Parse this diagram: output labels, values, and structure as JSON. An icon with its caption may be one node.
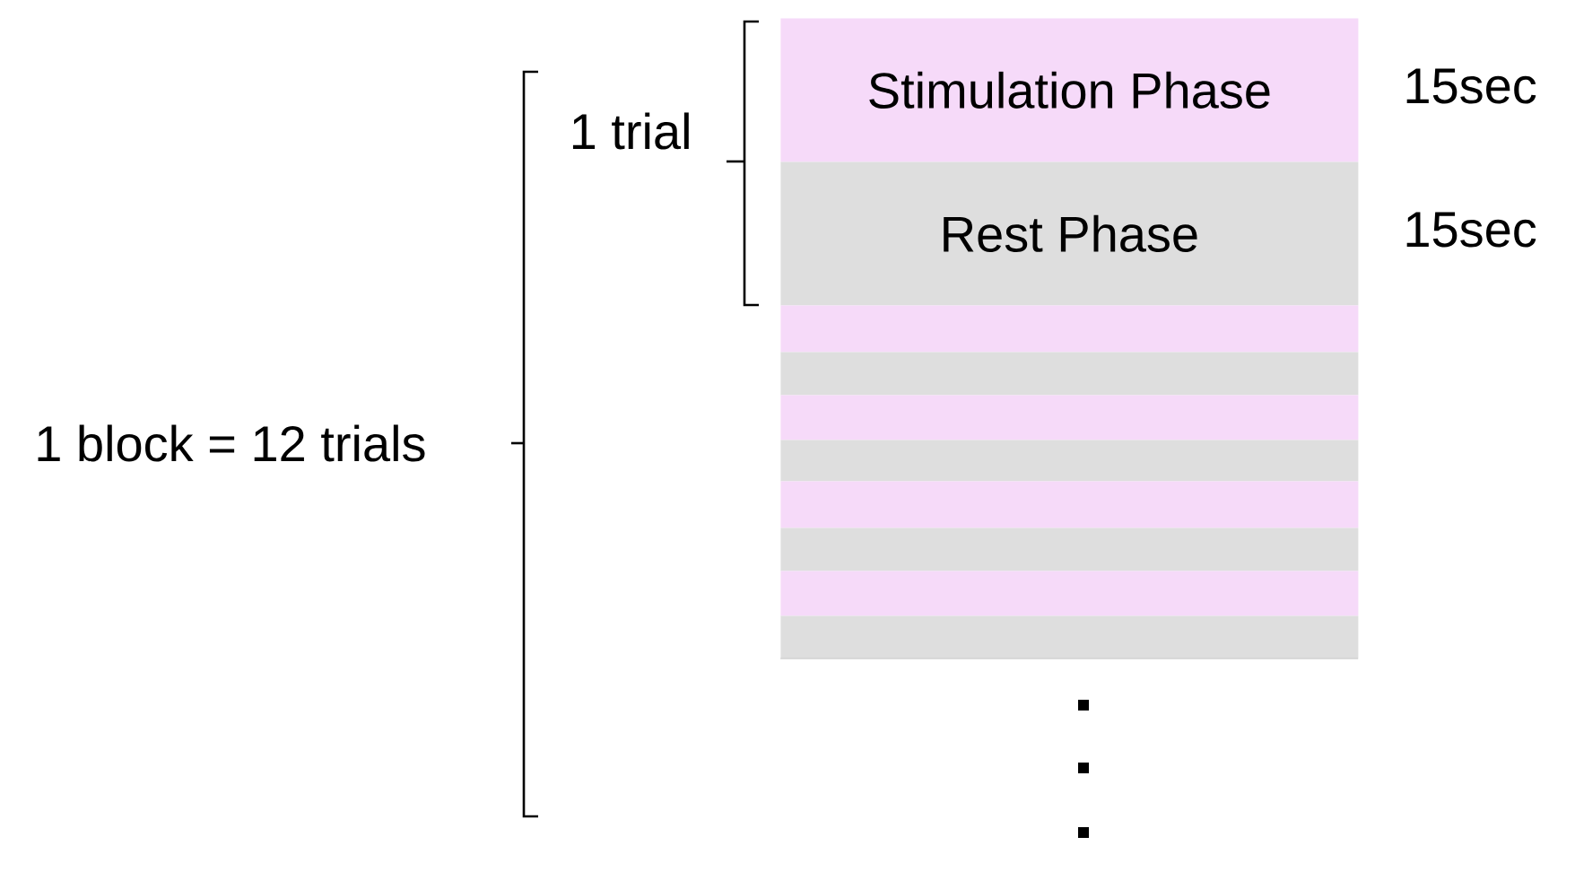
{
  "diagram": {
    "nodes": [
      {
        "text": [
          "Stimulation Phase"
        ],
        "beside": [
          "15sec"
        ]
      },
      {
        "text": [
          "Rest Phase"
        ],
        "beside": [
          "15sec"
        ]
      },
      {
        "text": [],
        "shape": "bar"
      },
      {
        "text": [],
        "shape": "bar"
      },
      {
        "text": [],
        "shape": "bar"
      },
      {
        "text": [],
        "shape": "bar"
      },
      {
        "text": [],
        "shape": "bar"
      },
      {
        "text": [],
        "shape": "bar"
      },
      {
        "text": [],
        "shape": "bar"
      },
      {
        "text": [],
        "shape": "bar"
      }
    ],
    "labels": [
      "1 trial",
      "1 block = 12 trials"
    ]
  }
}
